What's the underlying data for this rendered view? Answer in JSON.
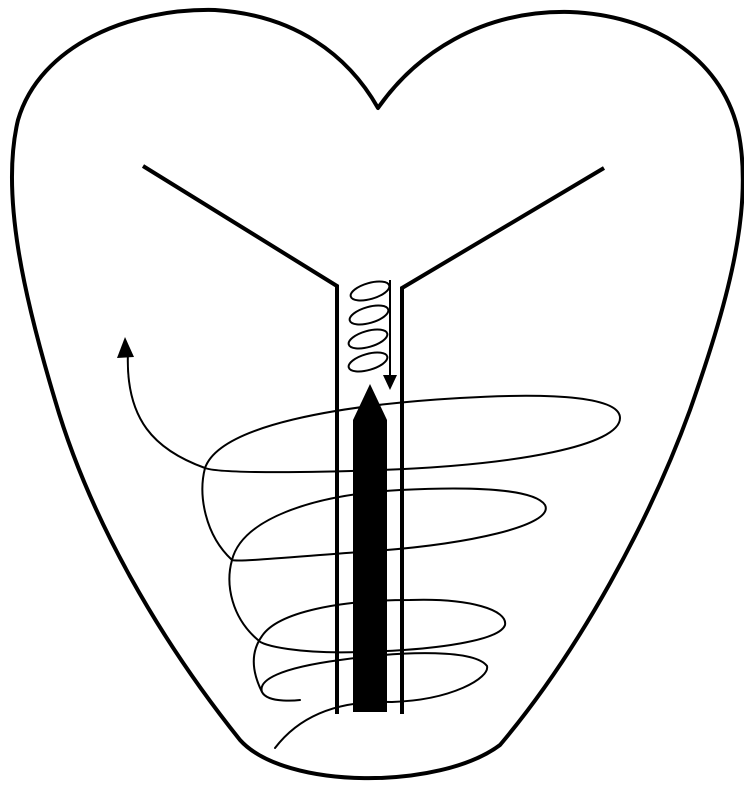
{
  "diagram": {
    "colors": {
      "background": "#ffffff",
      "stroke": "#000000",
      "fill": "#000000"
    },
    "elements": [
      "heart-outline",
      "y-shaped-channel",
      "small-spiral-coil",
      "large-spiral-coil",
      "central-arrow"
    ]
  }
}
